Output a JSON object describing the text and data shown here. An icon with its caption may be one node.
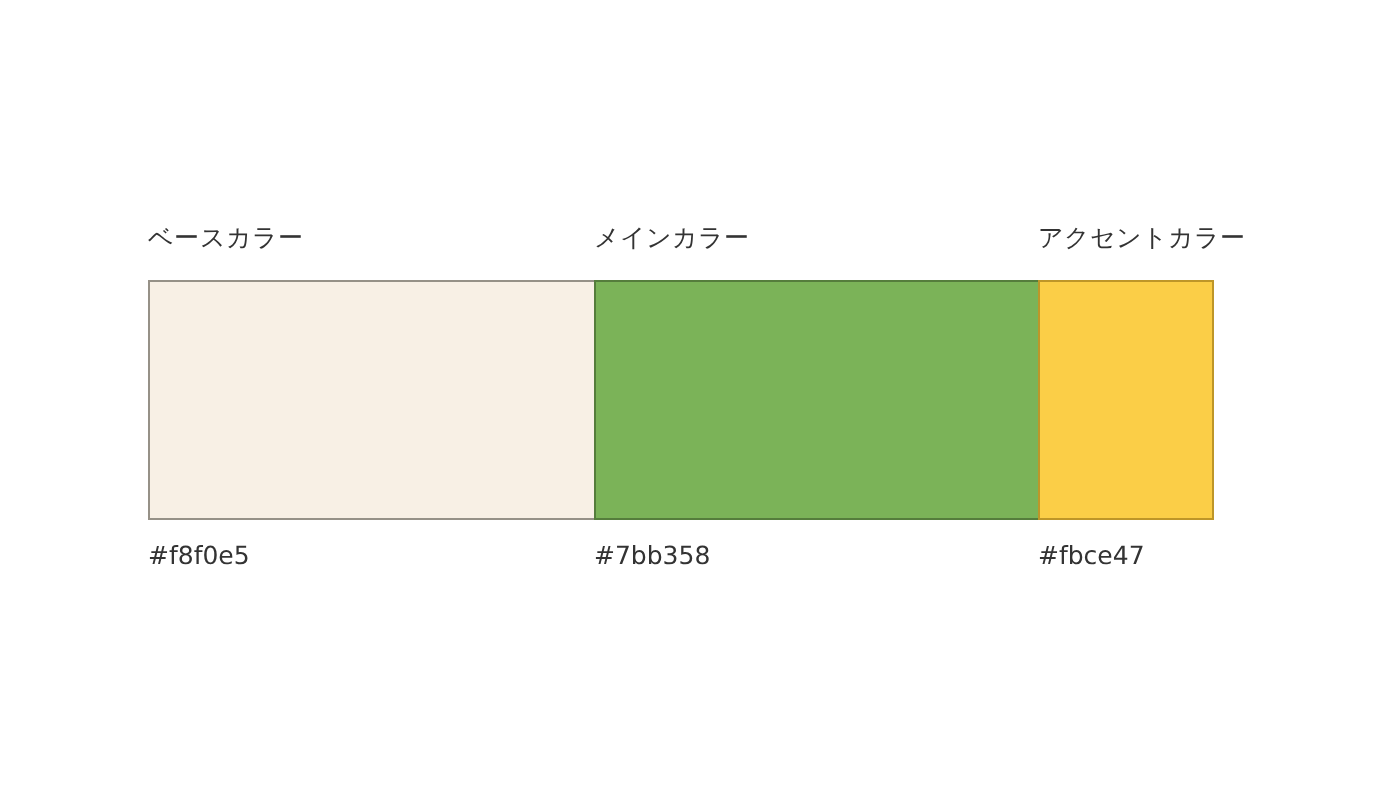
{
  "diagram": {
    "nodes": [
      {
        "text": [
          "ベースカラー"
        ],
        "beside": [
          "#f8f0e5"
        ]
      },
      {
        "text": [
          "メインカラー"
        ],
        "beside": [
          "#7bb358"
        ]
      },
      {
        "text": [
          "アクセントカラー"
        ],
        "beside": [
          "#fbce47"
        ]
      }
    ],
    "edges": []
  }
}
